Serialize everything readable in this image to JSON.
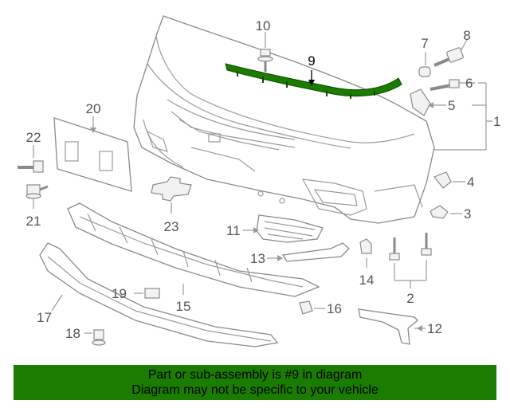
{
  "callouts": {
    "c1": "1",
    "c2": "2",
    "c3": "3",
    "c4": "4",
    "c5": "5",
    "c6": "6",
    "c7": "7",
    "c8": "8",
    "c9": "9",
    "c10": "10",
    "c11": "11",
    "c12": "12",
    "c13": "13",
    "c14": "14",
    "c15": "15",
    "c16": "16",
    "c17": "17",
    "c18": "18",
    "c19": "19",
    "c20": "20",
    "c21": "21",
    "c22": "22",
    "c23": "23"
  },
  "banner": {
    "line1": "Part or sub-assembly is #9 in diagram",
    "line2": "Diagram may not be specific to your vehicle"
  },
  "colors": {
    "banner_bg": "#1a7c00",
    "highlight": "#1a7c00"
  }
}
